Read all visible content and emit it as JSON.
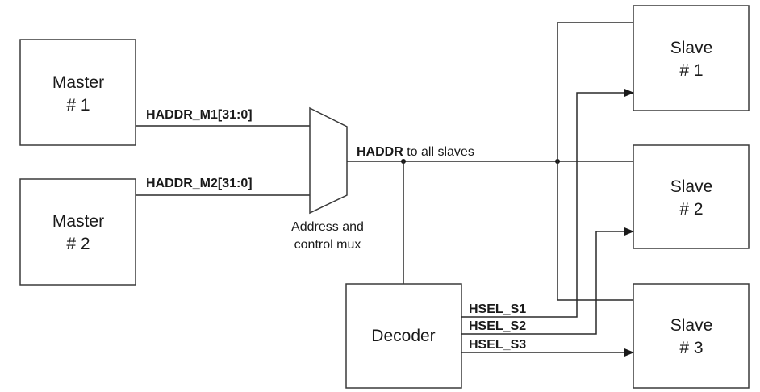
{
  "masters": [
    {
      "line1": "Master",
      "line2": "# 1"
    },
    {
      "line1": "Master",
      "line2": "# 2"
    }
  ],
  "slaves": [
    {
      "line1": "Slave",
      "line2": "# 1"
    },
    {
      "line1": "Slave",
      "line2": "# 2"
    },
    {
      "line1": "Slave",
      "line2": "# 3"
    }
  ],
  "signals": {
    "haddr_m1": "HADDR_M1[31:0]",
    "haddr_m2": "HADDR_M2[31:0]",
    "haddr": "HADDR",
    "haddr_suffix": " to all slaves",
    "hsel_s1": "HSEL_S1",
    "hsel_s2": "HSEL_S2",
    "hsel_s3": "HSEL_S3"
  },
  "mux": {
    "line1": "Address and",
    "line2": "control mux"
  },
  "decoder": {
    "label": "Decoder"
  },
  "colors": {
    "line": "#2a2a2a",
    "box_stroke": "#3a3a3a",
    "text": "#1a1a1a",
    "background": "#ffffff"
  }
}
